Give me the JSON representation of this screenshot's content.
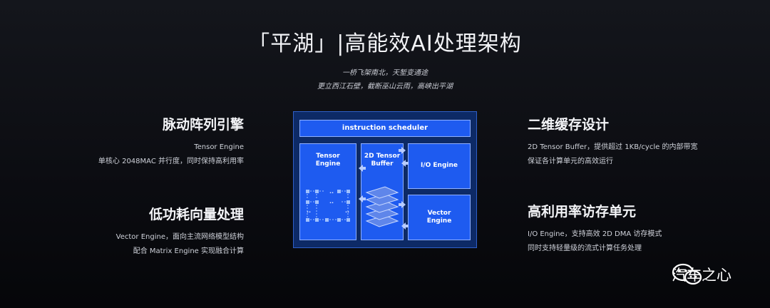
{
  "title": "「平湖」|高能效AI处理架构",
  "poem": [
    "一桥飞架南北，天堑变通途",
    "更立西江石壁，截断巫山云雨，高峡出平湖"
  ],
  "features": [
    {
      "title": "脉动阵列引擎",
      "lines": [
        "Tensor Engine",
        "单核心 2048MAC 并行度，同时保持高利用率"
      ]
    },
    {
      "title": "低功耗向量处理",
      "lines": [
        "Vector Engine，面向主流网络模型结构",
        "配合 Matrix Engine 实现融合计算"
      ]
    },
    {
      "title": "二维缓存设计",
      "lines": [
        "2D Tensor Buffer，提供超过 1KB/cycle 的内部带宽",
        "保证各计算单元的高效运行"
      ]
    },
    {
      "title": "高利用率访存单元",
      "lines": [
        "I/O Engine，支持高效 2D DMA 访存模式",
        "同时支持轻量级的流式计算任务处理"
      ]
    }
  ],
  "diagram": {
    "scheduler": "instruction scheduler",
    "tensor_engine": [
      "Tensor",
      "Engine"
    ],
    "tensor_buffer": [
      "2D Tensor",
      "Buffer"
    ],
    "io_engine": "I/O Engine",
    "vector_engine": [
      "Vector",
      "Engine"
    ]
  },
  "logo": {
    "text": "汽车之心",
    "icon": "wechat-icon"
  }
}
